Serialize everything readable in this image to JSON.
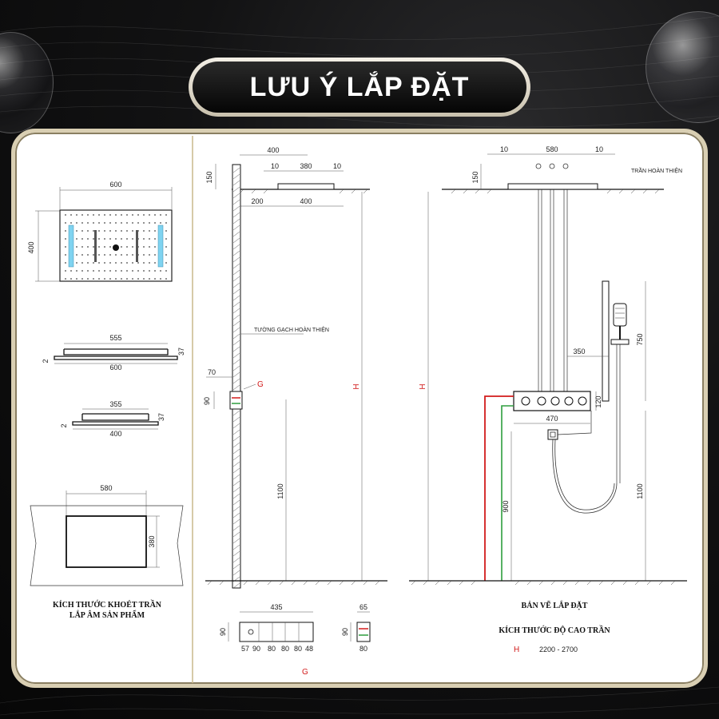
{
  "title": "LƯU Ý LẮP ĐẶT",
  "left_panel": {
    "top_width": "600",
    "top_height": "400",
    "side1_top": "555",
    "side1_bottom": "600",
    "side1_left": "2",
    "side1_right": "37",
    "side2_top": "355",
    "side2_bottom": "400",
    "side2_left": "2",
    "side2_right": "37",
    "cutout_width": "580",
    "cutout_height": "380",
    "caption_line1": "KÍCH THƯỚC KHOÉT TRẦN",
    "caption_line2": "LẮP ÂM SẢN PHẨM"
  },
  "middle_panel": {
    "dim_400_top": "400",
    "dim_10a": "10",
    "dim_380": "380",
    "dim_10b": "10",
    "dim_150": "150",
    "dim_200": "200",
    "dim_400_b": "400",
    "wall_label": "TƯỜNG GẠCH HOÀN THIỆN",
    "dim_70": "70",
    "dim_90": "90",
    "g_label": "G",
    "h_label": "H",
    "dim_1100": "1100",
    "bottom_width": "435",
    "bottom_height": "90",
    "bottom_segments": [
      "57",
      "90",
      "80",
      "80",
      "80",
      "48"
    ],
    "small_width": "65",
    "small_height": "90",
    "small_bottom": "80",
    "g_bottom": "G"
  },
  "right_panel": {
    "dim_10a": "10",
    "dim_580": "580",
    "dim_10b": "10",
    "dim_150": "150",
    "ceiling_label": "TRẦN HOÀN THIỆN",
    "h_label": "H",
    "dim_350": "350",
    "dim_750": "750",
    "dim_120": "120",
    "dim_470": "470",
    "dim_900": "900",
    "dim_1100": "1100",
    "caption": "BẢN VẼ LẮP ĐẶT",
    "height_title": "KÍCH THƯỚC ĐỘ CAO TRẦN",
    "h_key": "H",
    "h_range": "2200 - 2700"
  },
  "colors": {
    "hot_pipe": "#d21b1b",
    "cold_pipe": "#2e9e3e",
    "led": "#7fd3f0",
    "frame_gold": "#d9cfb3"
  }
}
